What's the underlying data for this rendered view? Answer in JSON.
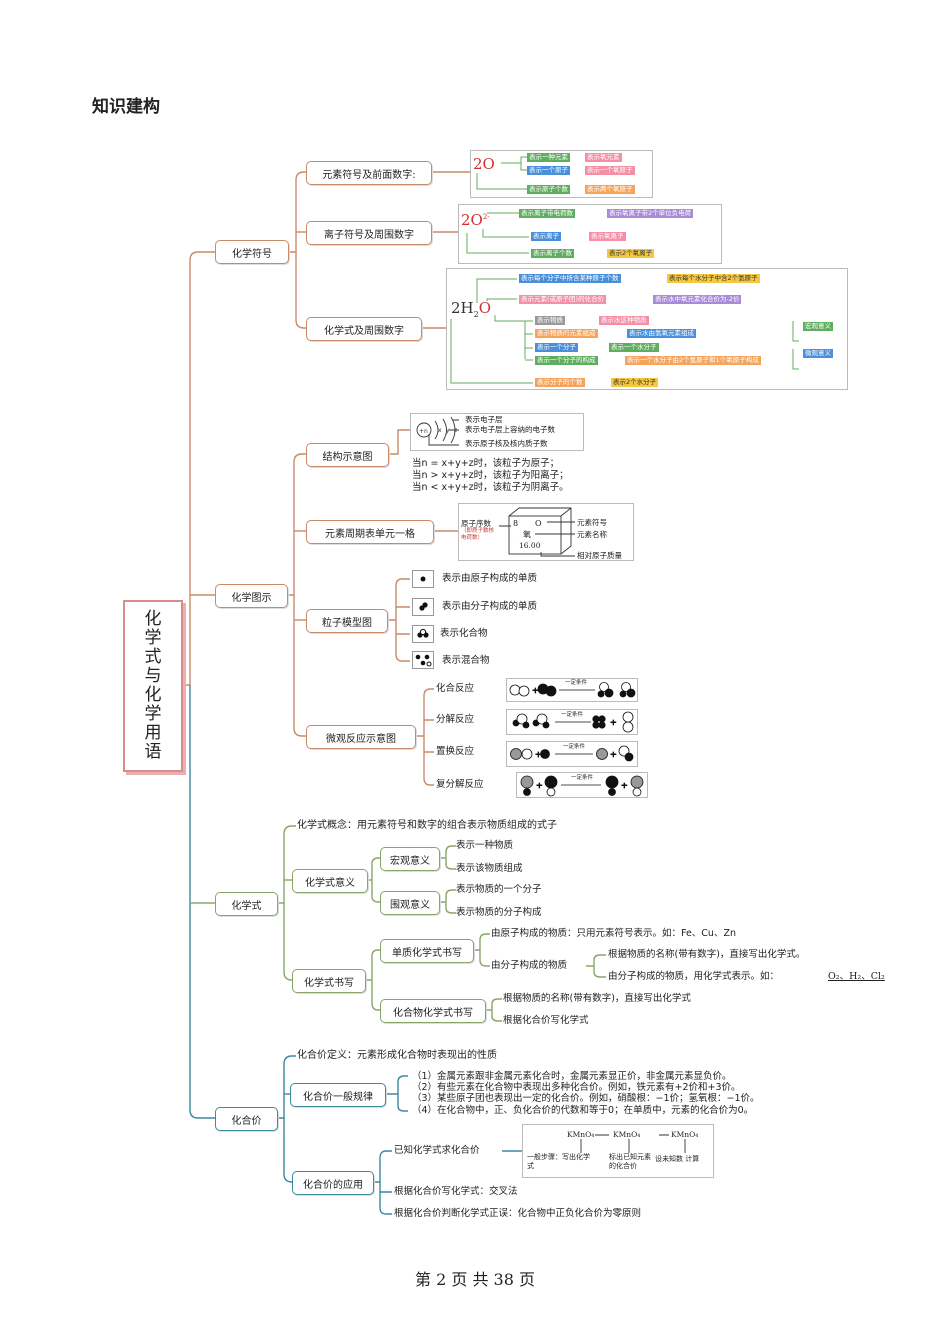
{
  "heading": "知识建构",
  "root": "化学式与化学用语",
  "footer": "第 2 页 共 38 页",
  "branches": {
    "symbols": {
      "label": "化学符号",
      "elem": {
        "label": "元素符号及前面数字:",
        "formula": "2O",
        "c1": "表示一种元素",
        "c1b": "表示氧元素",
        "c2": "表示一个原子",
        "c2b": "表示一个氧原子",
        "c3": "表示原子个数",
        "c3b": "表示两个氧原子"
      },
      "ion": {
        "label": "离子符号及周围数字",
        "formula": "2O",
        "sup": "2-",
        "c1": "表示离子带电荷数",
        "c1b": "表示氧离子带2个单位负电荷",
        "c2": "表示离子",
        "c2b": "表示氧离子",
        "c3": "表示离子个数",
        "c3b": "表示2个氧离子"
      },
      "formula": {
        "label": "化学式及周围数字",
        "formula": "2H",
        "sub": "2",
        "tail": "O",
        "c1": "表示每个分子中所含某种原子个数",
        "c1b": "表示每个水分子中含2个氢原子",
        "c2": "表示元素(或原子团)的化合价",
        "c2b": "表示水中氧元素化合价为-2价",
        "c3": "表示物质",
        "c3b": "表示水这种物质",
        "c4": "表示物质的元素组成",
        "c4b": "表示水由氢氧元素组成",
        "c5": "表示一个分子",
        "c5b": "表示一个水分子",
        "c6": "表示一个分子的构成",
        "c6b": "表示一个水分子由2个氢原子和1个氧原子构成",
        "c7": "表示分子的个数",
        "c7b": "表示2个水分子",
        "macro": "宏观意义",
        "micro": "微观意义"
      }
    },
    "diagrams": {
      "label": "化学图示",
      "structure": {
        "label": "结构示意图",
        "a1": "表示电子层",
        "a2": "表示电子层上容纳的电子数",
        "a3": "表示原子核及核内质子数",
        "n1": "当n = x+y+z时，该粒子为原子；",
        "n2": "当n > x+y+z时，该粒子为阳离子；",
        "n3": "当n < x+y+z时，该粒子为阴离子。"
      },
      "periodic": {
        "label": "元素周期表单元一格",
        "num": "原子序数",
        "note": "（即质子数核电荷数）",
        "v8": "8",
        "vO": "O",
        "vname": "氧",
        "vmass": "16.00",
        "r1": "元素符号",
        "r2": "元素名称",
        "r3": "相对原子质量"
      },
      "model": {
        "label": "粒子模型图",
        "m1": "表示由原子构成的单质",
        "m2": "表示由分子构成的单质",
        "m3": "表示化合物",
        "m4": "表示混合物"
      },
      "micro": {
        "label": "微观反应示意图",
        "r1": "化合反应",
        "r2": "分解反应",
        "r3": "置换反应",
        "r4": "复分解反应",
        "cond": "一定条件"
      }
    },
    "formula": {
      "label": "化学式",
      "concept": "化学式概念：用元素符号和数字的组合表示物质组成的式子",
      "meaning": "化学式意义",
      "macro": "宏观意义",
      "macro1": "表示一种物质",
      "macro2": "表示该物质组成",
      "micro": "围观意义",
      "micro1": "表示物质的一个分子",
      "micro2": "表示物质的分子构成",
      "writing": "化学式书写",
      "simple": "单质化学式书写",
      "s1": "由原子构成的物质：只用元素符号表示。如：Fe、Cu、Zn",
      "s2": "由分子构成的物质",
      "s2a": "根据物质的名称(带有数字)，直接写出化学式。",
      "s2b": "由分子构成的物质，用化学式表示。如：",
      "s2c": "O₂、H₂、Cl₂",
      "compound": "化合物化学式书写",
      "c1": "根据物质的名称(带有数字)，直接写出化学式",
      "c2": "根据化合价写化学式"
    },
    "valence": {
      "label": "化合价",
      "def": "化合价定义：元素形成化合物时表现出的性质",
      "rules": "化合价一般规律",
      "r1": "（1）金属元素跟非金属元素化合时，金属元素显正价，非金属元素显负价。",
      "r2": "（2）有些元素在化合物中表现出多种化合价。例如，铁元素有+2价和+3价。",
      "r3": "（3）某些原子团也表现出一定的化合价。例如，硝酸根：−1价；氢氧根：−1价。",
      "r4": "（4）在化合物中，正、负化合价的代数和等于0；在单质中，元素的化合价为0。",
      "apply": "化合价的应用",
      "a1": "已知化学式求化合价",
      "a2": "根据化合价写化学式：交叉法",
      "a3": "根据化合价判断化学式正误：化合物中正负化合价为零原则",
      "k1": "KMnO₄",
      "k2": "KMnO₄",
      "k3": "KMnO₄",
      "step": "一般步骤：写出化学式",
      "step2": "标出已知元素的化合价",
      "step3": "设未知数  计算"
    }
  }
}
